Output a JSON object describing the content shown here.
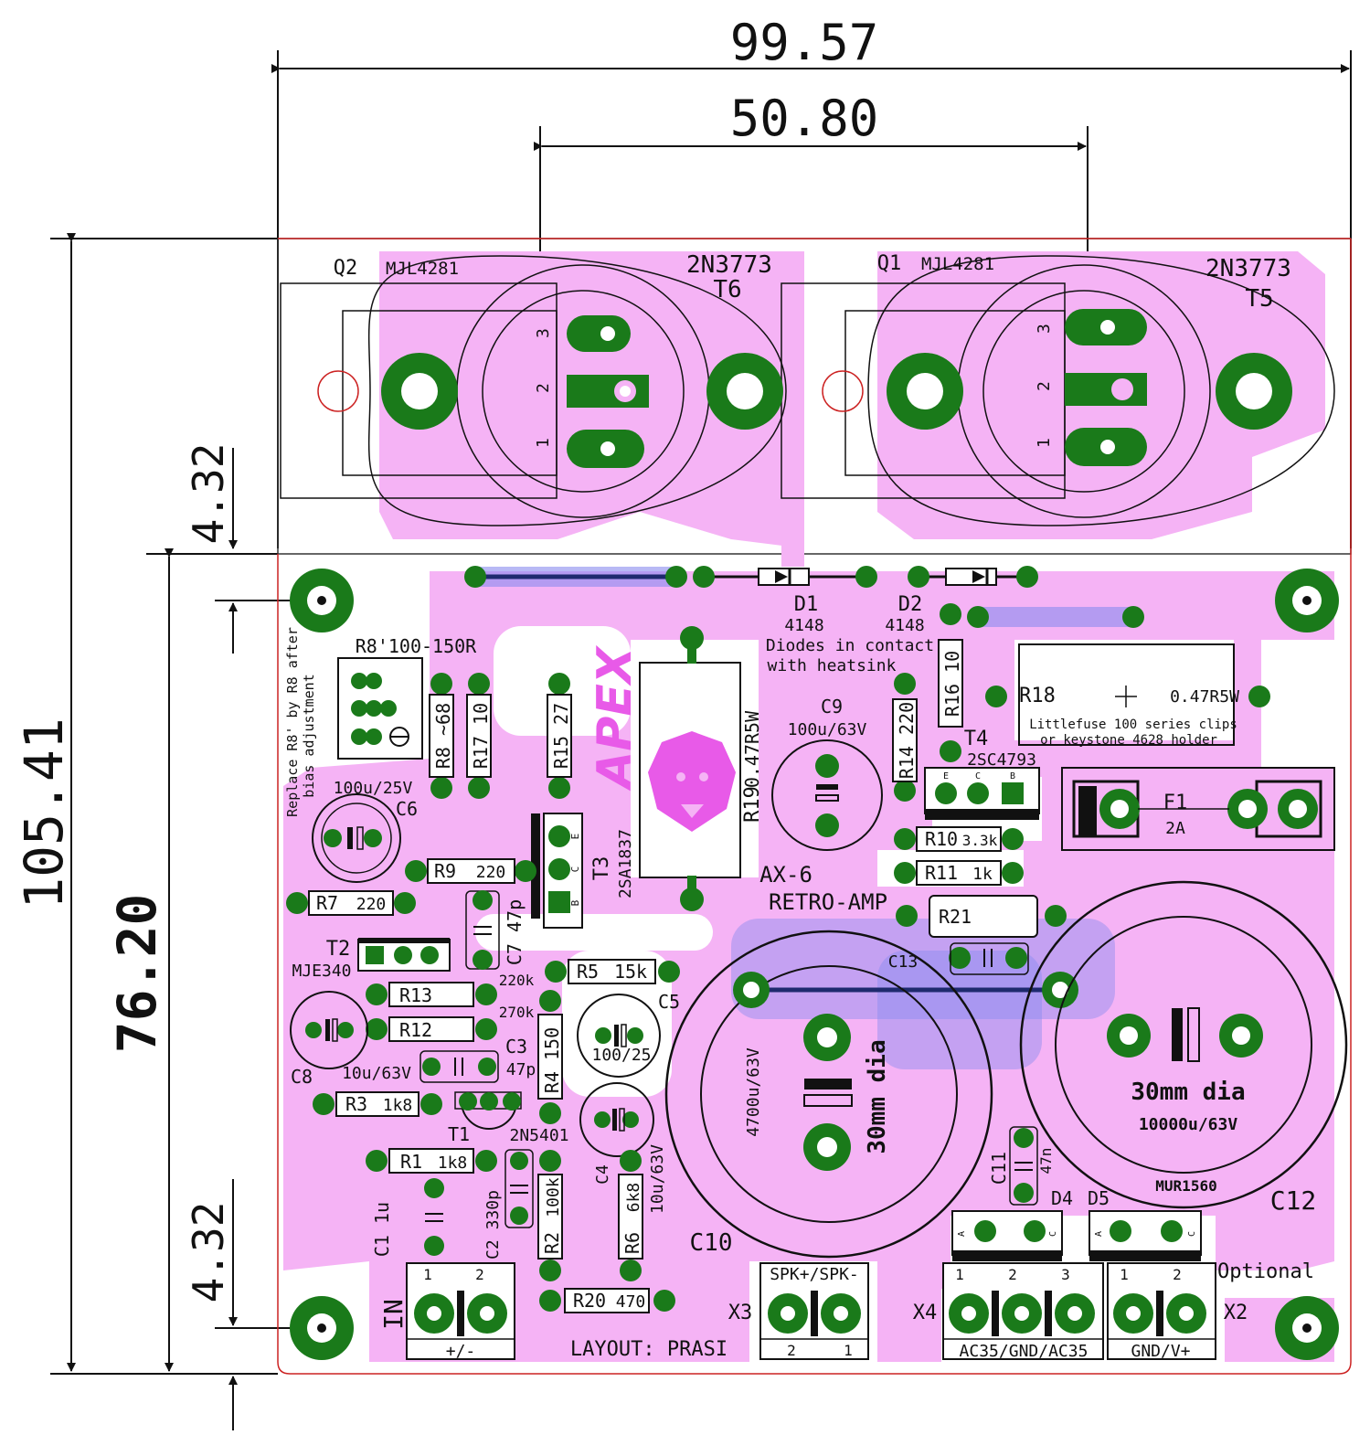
{
  "dimensions": {
    "total_width": "99.57",
    "hole_spacing": "50.80",
    "total_height": "105.41",
    "board_height": "76.20",
    "offset_top": "4.32",
    "offset_bottom": "4.32"
  },
  "transistors": {
    "q2": {
      "ref": "Q2",
      "value": "MJL4281"
    },
    "q1": {
      "ref": "Q1",
      "value": "MJL4281"
    },
    "t6": {
      "value": "2N3773",
      "ref": "T6"
    },
    "t5": {
      "value": "2N3773",
      "ref": "T5"
    },
    "pins": [
      "3",
      "2",
      "1"
    ]
  },
  "diodes": {
    "d1": {
      "ref": "D1",
      "value": "4148"
    },
    "d2": {
      "ref": "D2",
      "value": "4148"
    },
    "note": [
      "Diodes in contact",
      "with heatsink"
    ]
  },
  "trimmer": {
    "ref_value": "R8'100-150R",
    "note": [
      "Replace R8' by R8 after",
      "bias adjustment"
    ]
  },
  "resistors": {
    "r8": "R8 ~68",
    "r17": "R17 10",
    "r15": "R15 27",
    "r19_value": "0.47R5W",
    "r19_ref": "R19",
    "r16": "R16 10",
    "r14": "R14 220",
    "r18": "R18",
    "r18_value": "0.47R5W",
    "r9": "R9",
    "r9_value": "220",
    "r7": "R7",
    "r7_value": "220",
    "r10": "R10",
    "r10_value": "3.3k",
    "r11": "R11",
    "r11_value": "1k",
    "r21": "R21",
    "r5": "R5",
    "r5_value": "15k",
    "r13": "R13",
    "r12": "R12",
    "r13_value": "220k",
    "r12_value": "270k",
    "r4": "R4 150",
    "r3": "R3",
    "r3_value": "1k8",
    "r1": "R1",
    "r1_value": "1k8",
    "r2": "R2",
    "r2_value": "100k",
    "r6": "R6",
    "r6_value": "6k8",
    "r20": "R20",
    "r20_value": "470"
  },
  "fuse_note": [
    "Littlefuse 100 series clips",
    "or keystone 4628 holder"
  ],
  "fuse": {
    "ref": "F1",
    "value": "2A"
  },
  "t4": {
    "ref": "T4",
    "value": "2SC4793",
    "pins": [
      "E",
      "C",
      "B"
    ]
  },
  "t3": {
    "ref": "T3",
    "value": "2SA1837",
    "pins": [
      "E",
      "C",
      "B"
    ]
  },
  "t2": {
    "ref": "T2",
    "value": "MJE340"
  },
  "t1": {
    "ref": "T1",
    "value": "2N5401"
  },
  "capacitors": {
    "c9_ref": "C9",
    "c9_value": "100u/63V",
    "c6_ref": "C6",
    "c6_value": "100u/25V",
    "c7": "C7 47p",
    "c13": "C13",
    "c8_ref": "C8",
    "c8_value": "10u/63V",
    "c5_ref": "C5",
    "c5_value": "100/25",
    "c3_ref": "C3",
    "c3_value": "47p",
    "c4_ref": "C4",
    "c4_value": "10u/63V",
    "c1": "C1 1u",
    "c2": "C2 330p",
    "c10_ref": "C10",
    "c10_value": "4700u/63V",
    "c10_dia": "30mm dia",
    "c12_ref": "C12",
    "c12_value": "10000u/63V",
    "c12_dia": "30mm dia",
    "c11": "C11",
    "c11_value": "47n"
  },
  "title": [
    "AX-6",
    "RETRO-AMP"
  ],
  "logo": "APEX",
  "bridge": {
    "d4": "D4",
    "d5": "D5",
    "value": "MUR1560",
    "a": "A",
    "c": "C"
  },
  "connectors": {
    "in_label": "IN",
    "in_pins": [
      "1",
      "2"
    ],
    "in_bottom": "+/-",
    "x3": "X3",
    "x3_top": "SPK+/SPK-",
    "x3_pins": [
      "2",
      "1"
    ],
    "x4": "X4",
    "x4_pins": [
      "1",
      "2",
      "3"
    ],
    "x4_bottom": "AC35/GND/AC35",
    "x2": "X2",
    "x2_pins": [
      "1",
      "2"
    ],
    "x2_bottom": "GND/V+",
    "optional": "Optional"
  },
  "layout_credit": "LAYOUT: PRASI",
  "colors": {
    "copper": "#f5b3f5",
    "pad": "#1a7a1a",
    "trace_blue": "#8a8cf0",
    "outline": "#cc2222"
  }
}
